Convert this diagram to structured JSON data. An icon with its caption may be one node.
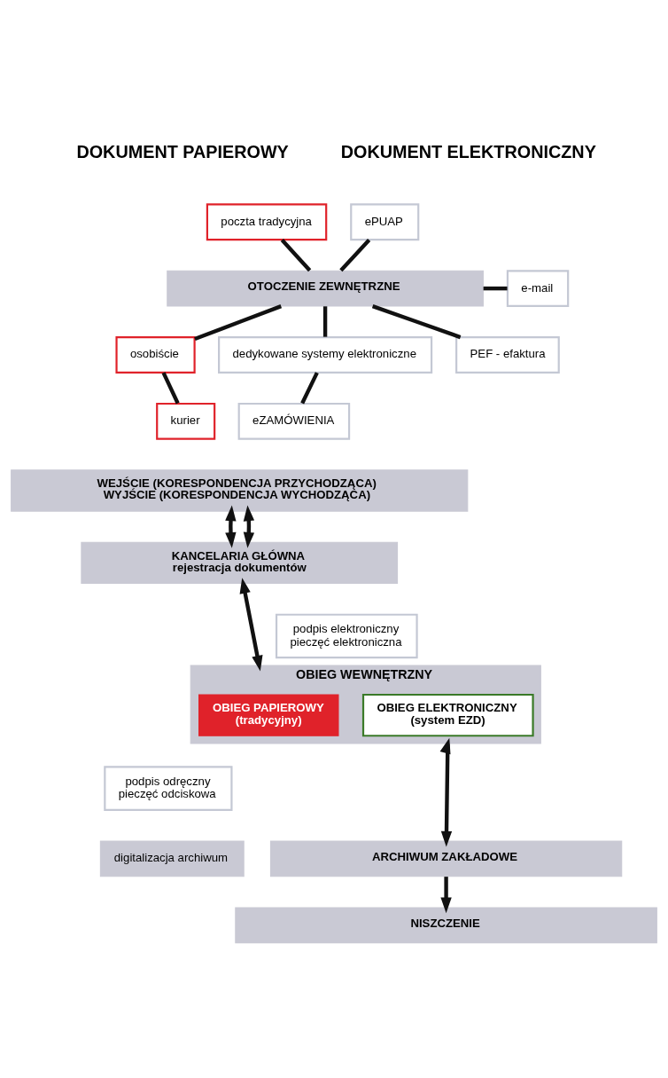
{
  "diagram": {
    "nodes": [
      {
        "text": [
          "poczta tradycyjna"
        ]
      },
      {
        "text": [
          "ePUAP"
        ]
      },
      {
        "text": [
          "OTOCZENIE ZEWNĘTRZNE"
        ]
      },
      {
        "text": [
          "e-mail"
        ]
      },
      {
        "text": [
          "PEF - efaktura"
        ]
      },
      {
        "text": [
          "osobiście"
        ]
      },
      {
        "text": [
          "dedykowane systemy elektroniczne"
        ]
      },
      {
        "text": [
          "kurier"
        ]
      },
      {
        "text": [
          "eZAMÓWIENIA"
        ]
      },
      {
        "text": [
          "WEJŚCIE (KORESPONDENCJA PRZYCHODZĄCA)",
          "WYJŚCIE (KORESPONDENCJA WYCHODZĄCA)"
        ]
      },
      {
        "text": [
          "KANCELARIA GŁÓWNA",
          "rejestracja dokumentów"
        ]
      },
      {
        "text": [
          "podpis odręczny",
          "pieczęć odciskowa"
        ]
      },
      {
        "text": [
          "OBIEG WEWNĘTRZNY"
        ]
      },
      {
        "text": [
          "OBIEG PAPIEROWY",
          "(tradycyjny)"
        ],
        "in": 12
      },
      {
        "text": [
          "OBIEG ELEKTRONICZNY",
          "(system EZD)"
        ],
        "in": 12
      },
      {
        "text": [
          "podpis elektroniczny",
          "pieczęć elektroniczna"
        ]
      },
      {
        "text": [
          "digitalizacja archiwum"
        ]
      },
      {
        "text": [
          "ARCHIWUM ZAKŁADOWE"
        ]
      },
      {
        "text": [
          "NISZCZENIE"
        ]
      }
    ],
    "edges": [
      {
        "from": 0,
        "to": 2,
        "arrow": "none"
      },
      {
        "from": 1,
        "to": 2,
        "arrow": "none"
      },
      {
        "from": 2,
        "to": 3,
        "arrow": "none"
      },
      {
        "from": 2,
        "to": 4,
        "arrow": "none"
      },
      {
        "from": 2,
        "to": 5,
        "arrow": "none"
      },
      {
        "from": 5,
        "to": 7,
        "arrow": "none"
      },
      {
        "from": 2,
        "to": 6,
        "arrow": "none"
      },
      {
        "from": 6,
        "to": 8,
        "arrow": "none"
      },
      {
        "from": 9,
        "to": 10,
        "arrow": "both"
      },
      {
        "from": 9,
        "to": 10,
        "arrow": "both"
      },
      {
        "from": 10,
        "to": 12,
        "arrow": "both"
      },
      {
        "from": 12,
        "to": 17,
        "arrow": "both"
      },
      {
        "from": 17,
        "to": 18,
        "arrow": "to"
      }
    ],
    "labels": [
      "DOKUMENT PAPIEROWY",
      "DOKUMENT ELEKTRONICZNY"
    ]
  }
}
